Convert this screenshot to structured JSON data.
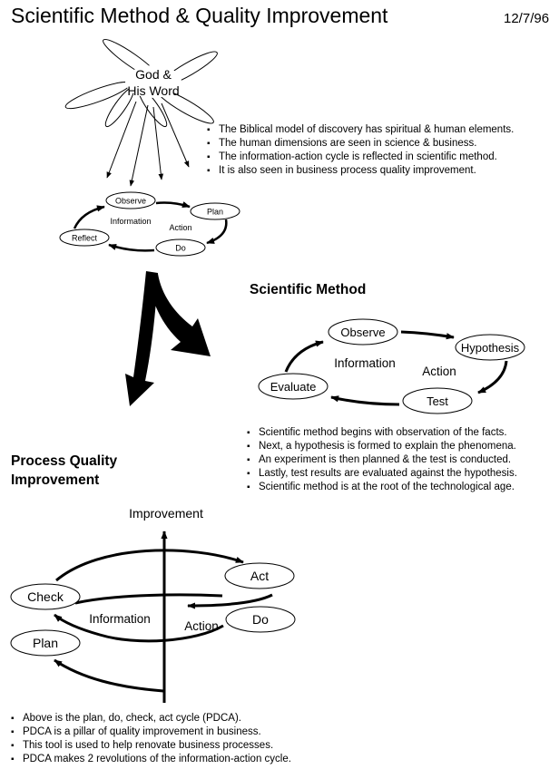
{
  "header": {
    "title": "Scientific Method & Quality Improvement",
    "date": "12/7/96"
  },
  "top_diagram": {
    "center_text_line1": "God &",
    "center_text_line2": "His Word",
    "cycle_nodes": {
      "observe": "Observe",
      "plan": "Plan",
      "do": "Do",
      "reflect": "Reflect"
    },
    "information_label": "Information",
    "action_label": "Action"
  },
  "intro_bullets": [
    "The Biblical model of discovery has spiritual & human elements.",
    "The human dimensions are seen in science & business.",
    "The information-action cycle is reflected in scientific method.",
    "It is also seen in business process quality improvement."
  ],
  "scientific_method": {
    "title": "Scientific Method",
    "nodes": {
      "observe": "Observe",
      "hypothesis": "Hypothesis",
      "test": "Test",
      "evaluate": "Evaluate"
    },
    "information_label": "Information",
    "action_label": "Action",
    "bullets": [
      "Scientific method begins with observation of the facts.",
      "Next, a hypothesis is formed to explain the phenomena.",
      "An experiment is then planned & the test is conducted.",
      "Lastly, test results are evaluated against the hypothesis.",
      "Scientific method is at the root of the technological age."
    ]
  },
  "process_quality": {
    "title": "Process Quality Improvement",
    "axis_label": "Improvement",
    "nodes": {
      "check": "Check",
      "act": "Act",
      "do": "Do",
      "plan": "Plan"
    },
    "information_label": "Information",
    "action_label": "Action",
    "bullets": [
      "Above is the plan, do, check, act cycle (PDCA).",
      "PDCA is a pillar of quality improvement in business.",
      "This tool is used to help renovate business processes.",
      "PDCA makes 2 revolutions of the information-action cycle."
    ]
  }
}
